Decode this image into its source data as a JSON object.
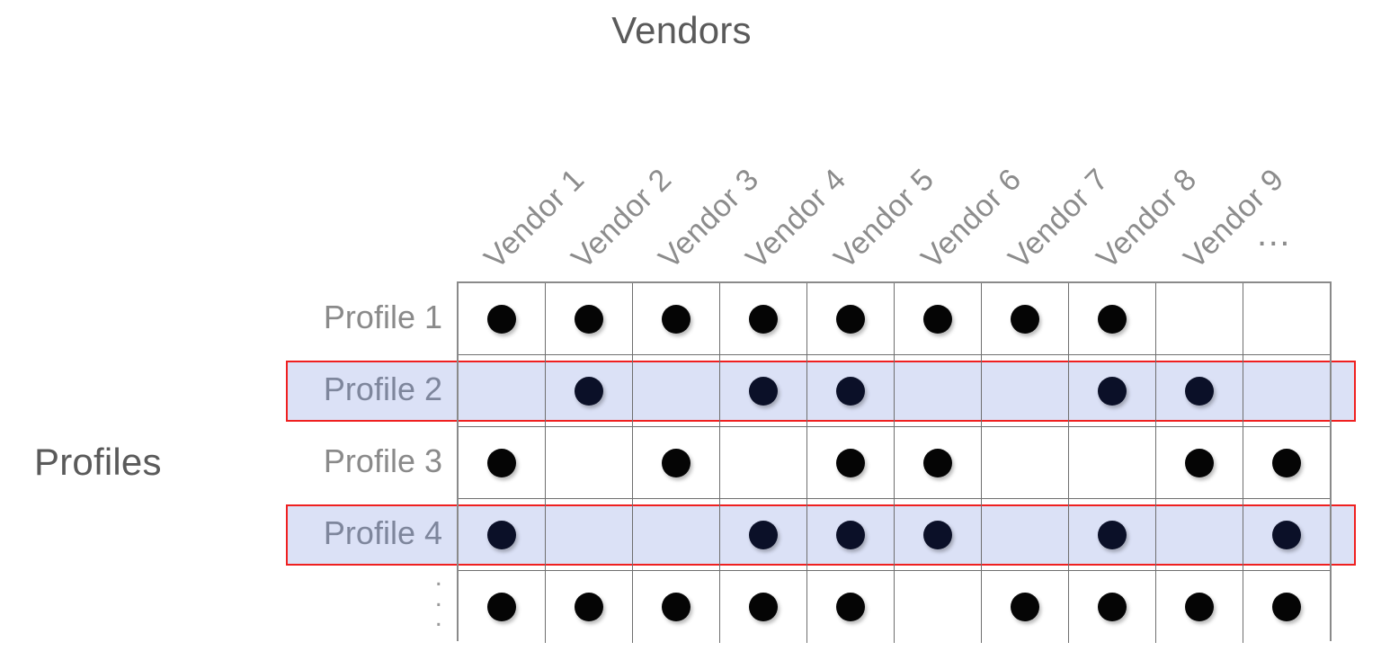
{
  "titles": {
    "columns_axis": "Vendors",
    "rows_axis": "Profiles"
  },
  "columns": [
    {
      "label": "Vendor 1",
      "kind": "text"
    },
    {
      "label": "Vendor 2",
      "kind": "text"
    },
    {
      "label": "Vendor 3",
      "kind": "text"
    },
    {
      "label": "Vendor 4",
      "kind": "text"
    },
    {
      "label": "Vendor 5",
      "kind": "text"
    },
    {
      "label": "Vendor 6",
      "kind": "text"
    },
    {
      "label": "Vendor 7",
      "kind": "text"
    },
    {
      "label": "Vendor 8",
      "kind": "text"
    },
    {
      "label": "Vendor 9",
      "kind": "text"
    },
    {
      "label": "…",
      "kind": "ellipsis"
    }
  ],
  "rows": [
    {
      "label": "Profile 1",
      "kind": "text",
      "highlighted": false
    },
    {
      "label": "Profile 2",
      "kind": "text",
      "highlighted": true
    },
    {
      "label": "Profile 3",
      "kind": "text",
      "highlighted": false
    },
    {
      "label": "Profile 4",
      "kind": "text",
      "highlighted": true
    },
    {
      "label": "⋮",
      "kind": "vertical-ellipsis",
      "highlighted": false
    }
  ],
  "chart_data": {
    "type": "heatmap",
    "title": "Vendors",
    "xlabel": "Vendors",
    "ylabel": "Profiles",
    "categories": [
      "Vendor 1",
      "Vendor 2",
      "Vendor 3",
      "Vendor 4",
      "Vendor 5",
      "Vendor 6",
      "Vendor 7",
      "Vendor 8",
      "Vendor 9",
      "…"
    ],
    "row_categories": [
      "Profile 1",
      "Profile 2",
      "Profile 3",
      "Profile 4",
      "⋮"
    ],
    "legend": [],
    "grid": true,
    "marker": "filled-circle",
    "note": "1 = filled dot present in cell, 0 = empty cell",
    "matrix": [
      [
        1,
        1,
        1,
        1,
        1,
        1,
        1,
        1,
        0,
        0
      ],
      [
        0,
        1,
        0,
        1,
        1,
        0,
        0,
        1,
        1,
        0
      ],
      [
        1,
        0,
        1,
        0,
        1,
        1,
        0,
        0,
        1,
        1
      ],
      [
        1,
        0,
        0,
        1,
        1,
        1,
        0,
        1,
        0,
        1
      ],
      [
        1,
        1,
        1,
        1,
        1,
        0,
        1,
        1,
        1,
        1
      ]
    ],
    "highlighted_rows": [
      1,
      3
    ]
  },
  "colors": {
    "dot": "#050505",
    "dot_highlighted_row": "#0b1028",
    "highlight_fill": "#dbe1f6",
    "highlight_border": "#ef2020",
    "grid_line": "#6f6f6f",
    "grid_outer_border": "#8a8a8a",
    "label_text": "#8a8a8a",
    "title_text": "#5a5a5a",
    "background": "#ffffff"
  }
}
